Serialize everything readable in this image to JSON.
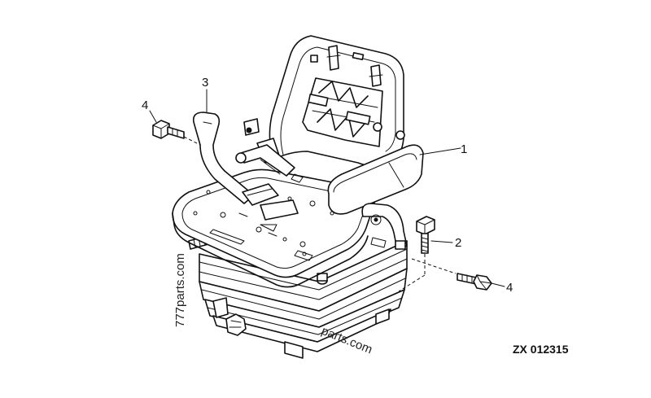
{
  "callouts": {
    "c1": "1",
    "c2": "2",
    "c3": "3",
    "c4_left": "4",
    "c4_right": "4"
  },
  "drawing_code": "ZX 012315",
  "watermark": {
    "vertical": "777parts.com",
    "diagonal": "parts.com"
  },
  "colors": {
    "ink": "#111111",
    "paper": "#ffffff"
  }
}
